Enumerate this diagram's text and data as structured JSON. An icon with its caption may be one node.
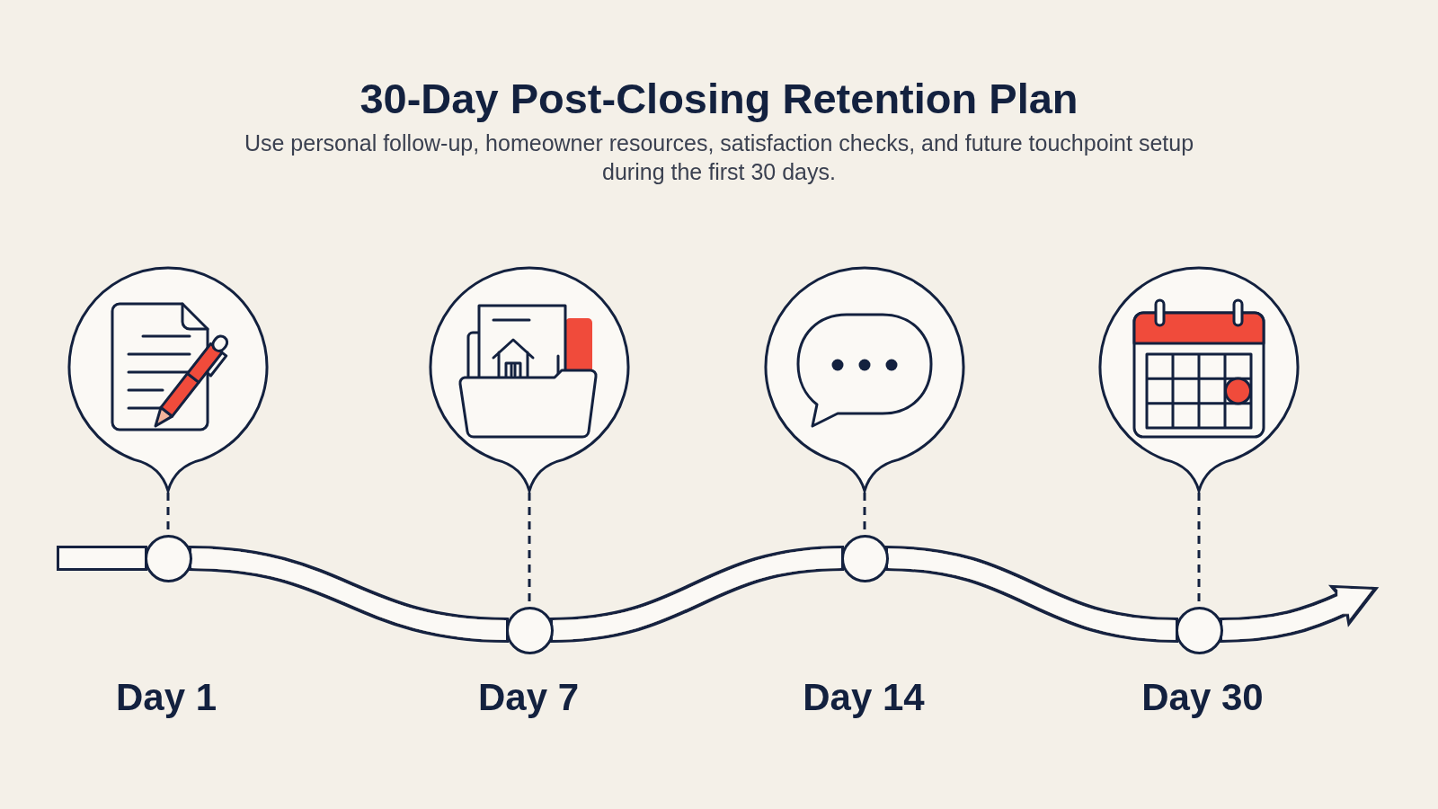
{
  "diagram": {
    "title": "30-Day Post-Closing Retention Plan",
    "nodes": [
      {
        "text": [],
        "shape": "picture"
      },
      {
        "text": [],
        "shape": "picture"
      },
      {
        "text": [],
        "shape": "picture"
      },
      {
        "text": [],
        "shape": "picture"
      },
      {
        "text": [],
        "shape": "circle",
        "beside": [
          "Day 1"
        ]
      },
      {
        "text": [],
        "shape": "circle",
        "beside": [
          "Day 7"
        ]
      },
      {
        "text": [],
        "shape": "circle",
        "beside": [
          "Day 14"
        ]
      },
      {
        "text": [],
        "shape": "circle",
        "beside": [
          "Day 30"
        ]
      }
    ],
    "edges": [
      {
        "from": 0,
        "to": 4,
        "arrow": "none",
        "style": "dashed"
      },
      {
        "from": 1,
        "to": 5,
        "arrow": "none",
        "style": "dashed"
      },
      {
        "from": 2,
        "to": 6,
        "arrow": "none",
        "style": "dashed"
      },
      {
        "from": 3,
        "to": 7,
        "arrow": "none",
        "style": "dashed"
      },
      {
        "from": null,
        "to": 4,
        "arrow": "none"
      },
      {
        "from": 4,
        "to": 5,
        "arrow": "none"
      },
      {
        "from": 5,
        "to": 6,
        "arrow": "none"
      },
      {
        "from": 6,
        "to": 7,
        "arrow": "none"
      },
      {
        "from": 7,
        "to": null,
        "arrow": "to"
      }
    ],
    "labels": [
      "Use personal follow-up, homeowner resources, satisfaction checks, and future touchpoint setup during the first 30 days."
    ]
  }
}
